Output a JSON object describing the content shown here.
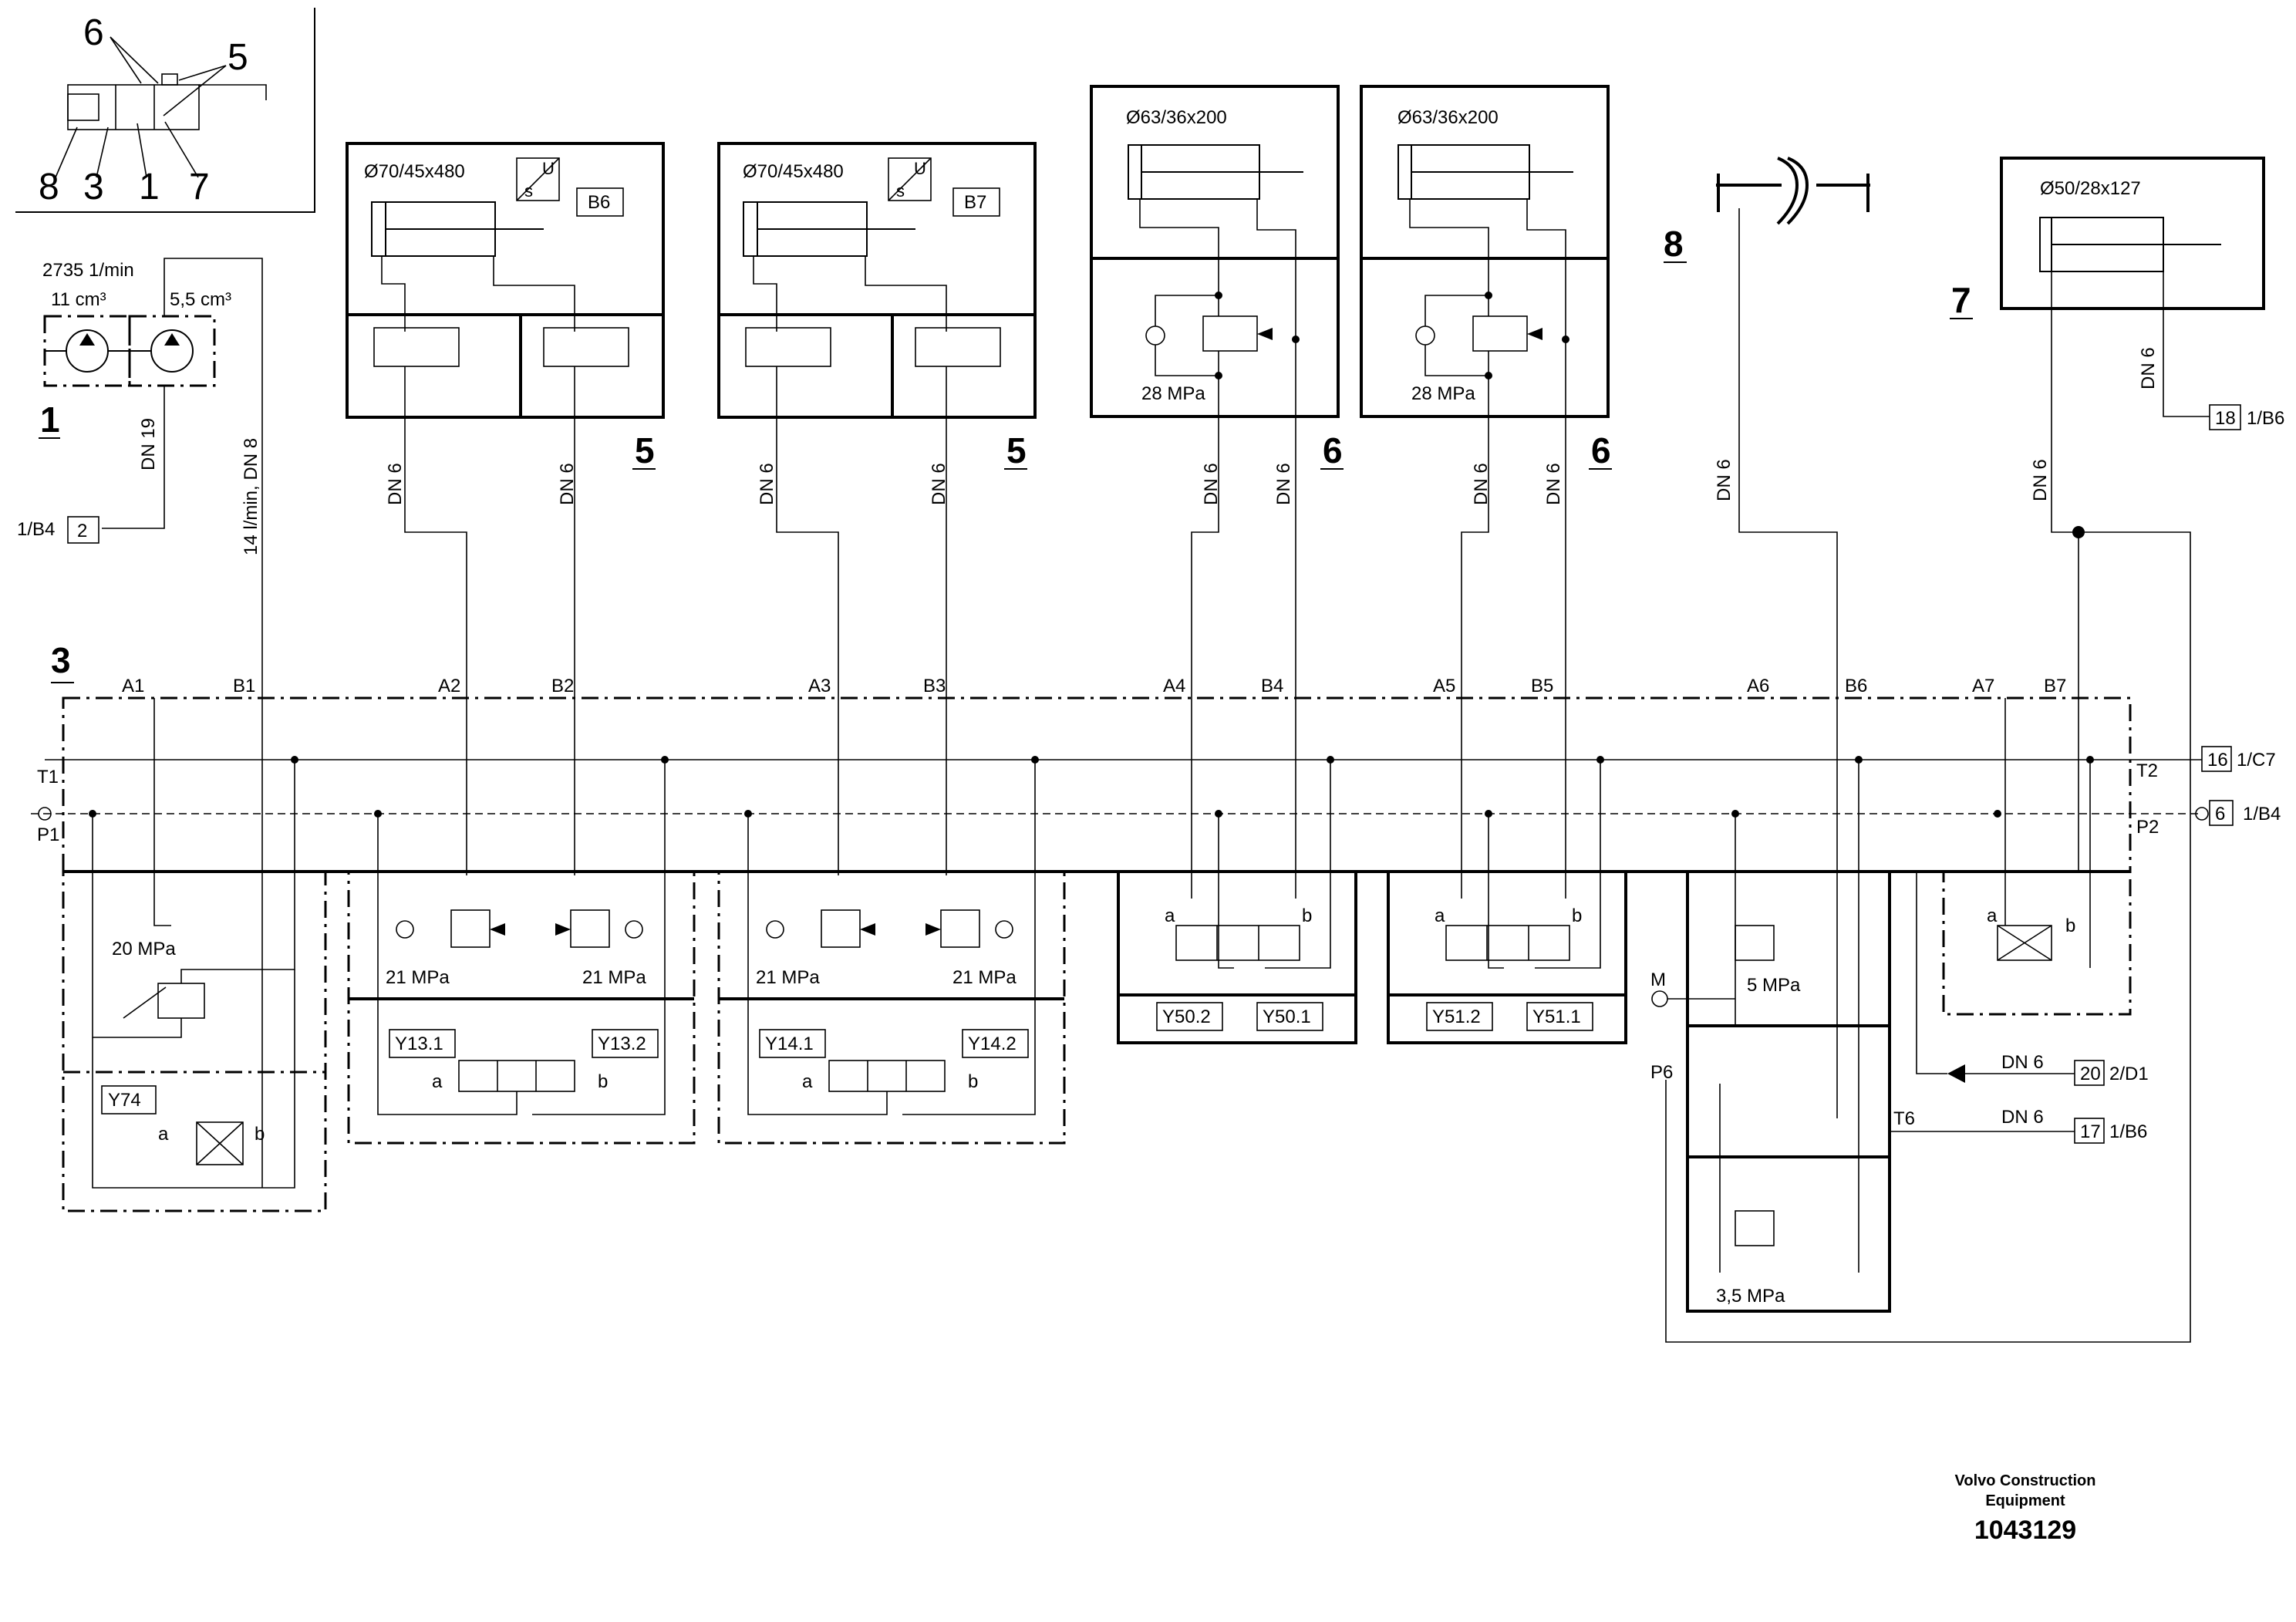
{
  "legend": {
    "labels": [
      "6",
      "5",
      "8",
      "3",
      "1",
      "7"
    ]
  },
  "pump": {
    "flow": "2735 1/min",
    "disp_a": "11 cm³",
    "disp_b": "5,5 cm³",
    "number": "1"
  },
  "refs": {
    "r_1b4_left": "1/B4",
    "r_2": "2",
    "r_16": "16",
    "r_1c7": "1/C7",
    "r_6": "6",
    "r_1b4_right": "1/B4",
    "r_18": "18",
    "r_1b6_top": "1/B6",
    "r_20": "20",
    "r_2d1": "2/D1",
    "r_17": "17",
    "r_1b6_bot": "1/B6"
  },
  "dn": {
    "dn19": "DN 19",
    "dn8": "14 l/min, DN 8",
    "c1a": "DN 6",
    "c1b": "DN 6",
    "c2a": "DN 6",
    "c2b": "DN 6",
    "c3a": "DN 6",
    "c3b": "DN 6",
    "c4a": "DN 6",
    "c4b": "DN 6",
    "c5": "DN 6",
    "c6": "DN 6",
    "c7": "DN 6",
    "d20": "DN 6",
    "d17": "DN 6"
  },
  "cylinders": {
    "cyl1": "Ø70/45x480",
    "cyl2": "Ø70/45x480",
    "cyl3": "Ø63/36x200",
    "cyl4": "Ø63/36x200",
    "cyl7": "Ø50/28x127"
  },
  "sensors": {
    "s1": "B6",
    "s2": "B7",
    "us_u": "U",
    "us_s": "s"
  },
  "group_numbers": {
    "g5a": "5",
    "g5b": "5",
    "g6a": "6",
    "g6b": "6",
    "g8": "8",
    "g7": "7",
    "g3": "3"
  },
  "pressures": {
    "p28a": "28 MPa",
    "p28b": "28 MPa",
    "p21a": "21 MPa",
    "p21b": "21 MPa",
    "p21c": "21 MPa",
    "p21d": "21 MPa",
    "p20": "20  MPa",
    "p5": "5  MPa",
    "p35": "3,5  MPa"
  },
  "ports": {
    "A1": "A1",
    "B1": "B1",
    "A2": "A2",
    "B2": "B2",
    "A3": "A3",
    "B3": "B3",
    "A4": "A4",
    "B4": "B4",
    "A5": "A5",
    "B5": "B5",
    "A6": "A6",
    "B6": "B6",
    "A7": "A7",
    "B7": "B7",
    "T1": "T1",
    "P1": "P1",
    "T2": "T2",
    "P2": "P2",
    "M": "M",
    "P6": "P6",
    "T6": "T6"
  },
  "solenoids": {
    "Y74": "Y74",
    "Y13_1": "Y13.1",
    "Y13_2": "Y13.2",
    "Y14_1": "Y14.1",
    "Y14_2": "Y14.2",
    "Y50_2": "Y50.2",
    "Y50_1": "Y50.1",
    "Y51_2": "Y51.2",
    "Y51_1": "Y51.1"
  },
  "valve_ends": {
    "a": "a",
    "b": "b"
  },
  "footer": {
    "company_line1": "Volvo Construction",
    "company_line2": "Equipment",
    "number": "1043129"
  }
}
